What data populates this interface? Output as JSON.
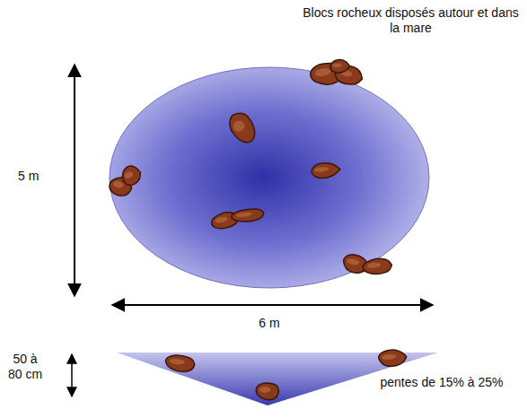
{
  "diagram": {
    "labels": [
      "Blocs rocheux disposés autour et dans la mare",
      "5 m",
      "6 m",
      "50 à 80 cm",
      "pentes de 15% à 25%"
    ]
  }
}
